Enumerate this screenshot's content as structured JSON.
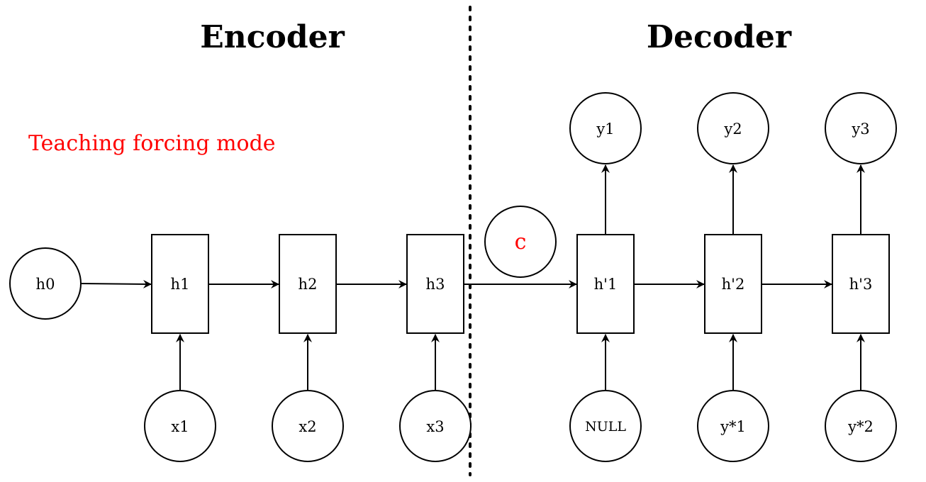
{
  "titles": {
    "encoder": "Encoder",
    "decoder": "Decoder"
  },
  "mode_label": "Teaching forcing mode",
  "context_label": "c",
  "encoder": {
    "h0": "h0",
    "states": [
      "h1",
      "h2",
      "h3"
    ],
    "inputs": [
      "x1",
      "x2",
      "x3"
    ]
  },
  "decoder": {
    "states": [
      "h'1",
      "h'2",
      "h'3"
    ],
    "inputs": [
      "NULL",
      "y*1",
      "y*2"
    ],
    "outputs": [
      "y1",
      "y2",
      "y3"
    ]
  },
  "colors": {
    "accent": "#ff0000",
    "stroke": "#000000"
  }
}
